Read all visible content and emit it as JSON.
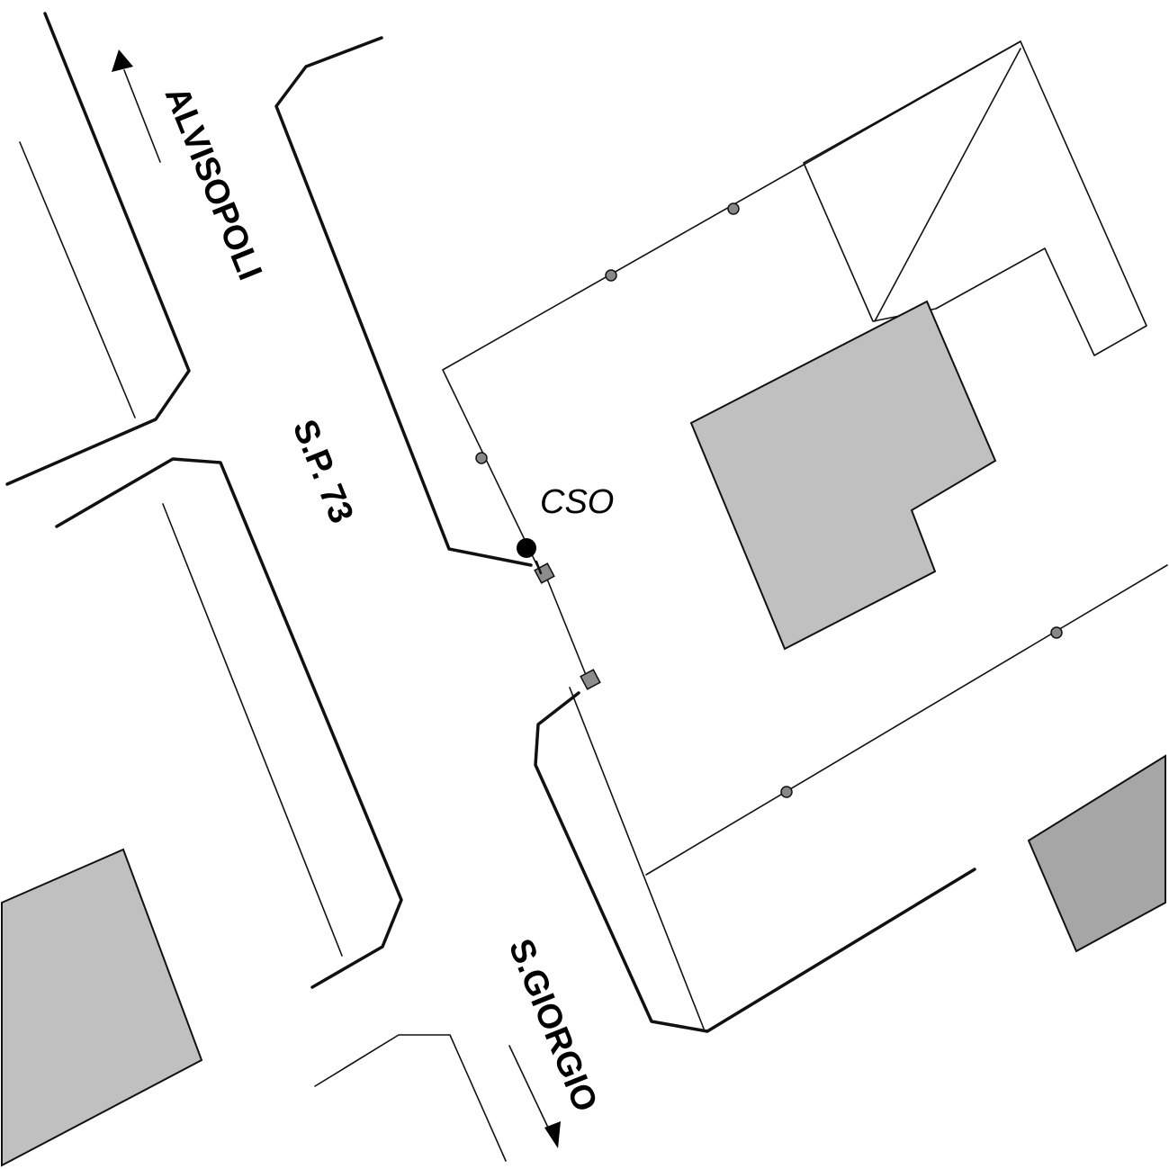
{
  "labels": {
    "north_destination": "ALVISOPOLI",
    "road_name": "S.P. 73",
    "south_destination": "S.GIORGIO",
    "overflow_point": "CSO"
  },
  "colors": {
    "background": "#ffffff",
    "line": "#111111",
    "building_light": "#c0c0c0",
    "building_dark": "#a6a6a6",
    "node_fill": "#888888",
    "cso_marker": "#000000"
  },
  "icons": {
    "north_arrow": "arrow-up-icon",
    "south_arrow": "arrow-down-icon",
    "cso_marker": "filled-circle-icon",
    "manhole": "square-chamber-icon",
    "sewer_node": "small-circle-node-icon"
  }
}
